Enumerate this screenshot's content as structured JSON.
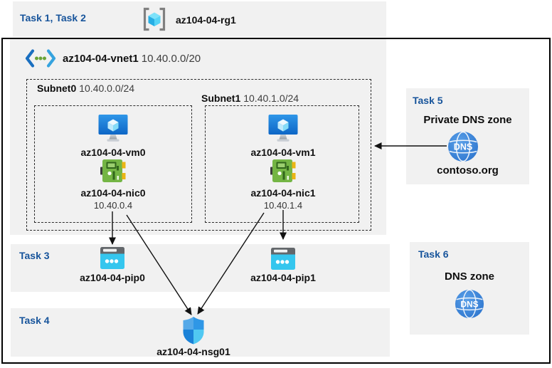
{
  "colors": {
    "panel_bg": "#f1f1f1",
    "task_blue": "#17549b",
    "arrow": "#111111"
  },
  "header": {
    "tasks_label": "Task 1, Task 2",
    "resource_group": "az104-04-rg1"
  },
  "vnet": {
    "name": "az104-04-vnet1",
    "cidr": "10.40.0.0/20"
  },
  "subnets": [
    {
      "name": "Subnet0",
      "cidr": "10.40.0.0/24",
      "vm": "az104-04-vm0",
      "nic": "az104-04-nic0",
      "ip": "10.40.0.4"
    },
    {
      "name": "Subnet1",
      "cidr": "10.40.1.0/24",
      "vm": "az104-04-vm1",
      "nic": "az104-04-nic1",
      "ip": "10.40.1.4"
    }
  ],
  "task3": {
    "label": "Task 3",
    "pips": [
      "az104-04-pip0",
      "az104-04-pip1"
    ]
  },
  "task4": {
    "label": "Task 4",
    "nsg": "az104-04-nsg01"
  },
  "task5": {
    "label": "Task 5",
    "title": "Private DNS zone",
    "zone": "contoso.org",
    "icon_label": "DNS"
  },
  "task6": {
    "label": "Task 6",
    "title": "DNS zone",
    "icon_label": "DNS"
  }
}
